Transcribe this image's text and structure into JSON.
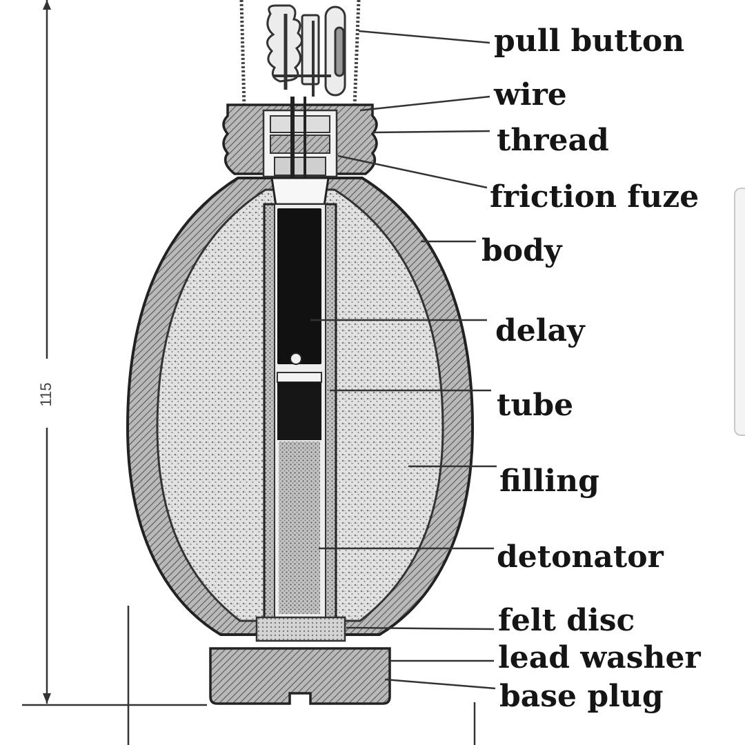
{
  "diagram": {
    "labels": {
      "pull_button": "pull button",
      "wire": "wire",
      "thread": "thread",
      "friction_fuze": "friction fuze",
      "body": "body",
      "delay": "delay",
      "tube": "tube",
      "filling": "filling",
      "detonator": "detonator",
      "felt_disc": "felt disc",
      "lead_washer": "lead washer",
      "base_plug": "base plug"
    },
    "dimension_height": "115"
  }
}
